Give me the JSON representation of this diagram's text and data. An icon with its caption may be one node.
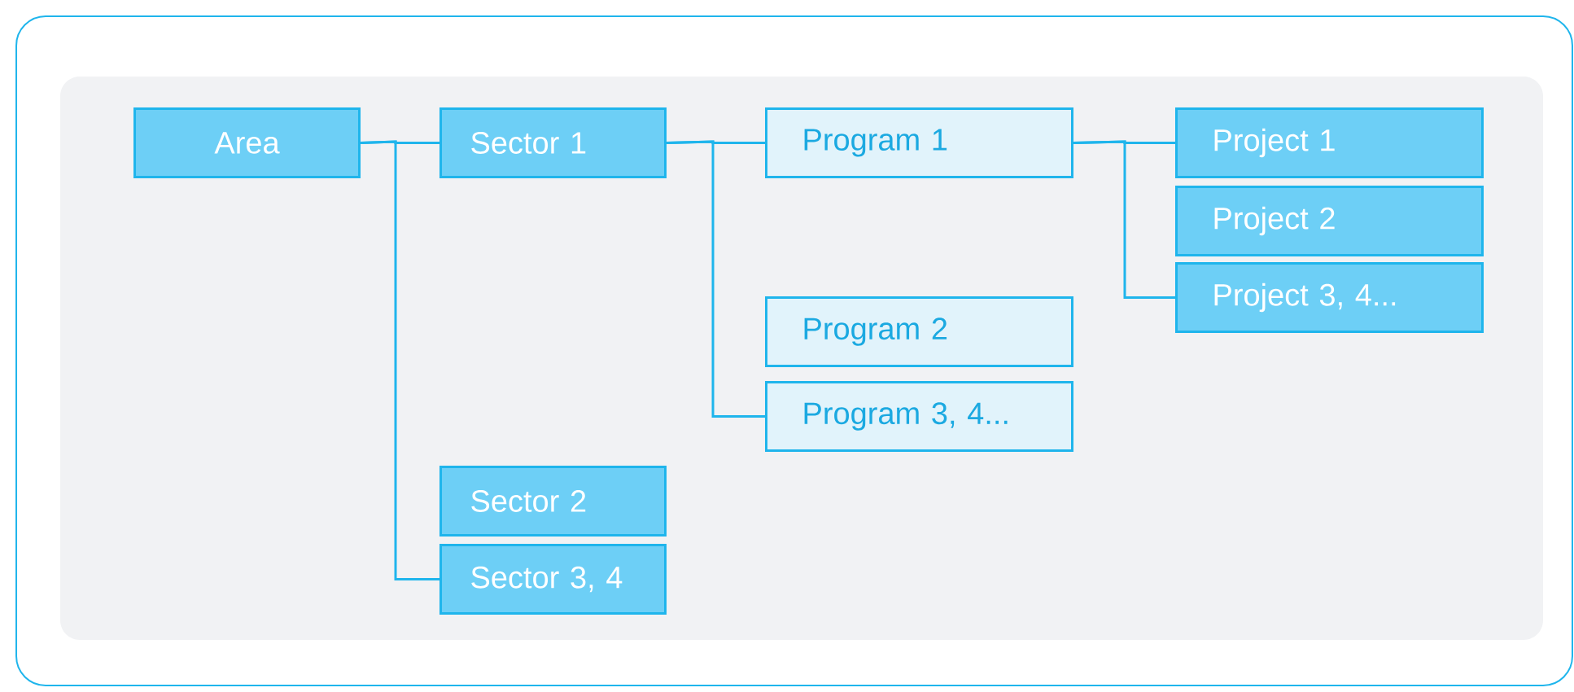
{
  "diagram": {
    "nodes": [
      {
        "text": [
          "Area"
        ]
      },
      {
        "text": [
          "Sector 1"
        ]
      },
      {
        "text": [
          "Program 1"
        ]
      },
      {
        "text": [
          "Project 1"
        ]
      },
      {
        "text": [
          "Project 2"
        ]
      },
      {
        "text": [
          "Project 3, 4..."
        ]
      },
      {
        "text": [
          "Program 2"
        ]
      },
      {
        "text": [
          "Program 3, 4..."
        ]
      },
      {
        "text": [
          "Sector 2"
        ]
      },
      {
        "text": [
          "Sector 3, 4"
        ]
      }
    ],
    "edges": [
      {
        "from": 0,
        "to": 1,
        "arrow": "none"
      },
      {
        "from": 0,
        "to": 9,
        "arrow": "none"
      },
      {
        "from": 1,
        "to": 2,
        "arrow": "none"
      },
      {
        "from": 1,
        "to": 7,
        "arrow": "none"
      },
      {
        "from": 2,
        "to": 3,
        "arrow": "none"
      },
      {
        "from": 2,
        "to": 5,
        "arrow": "none"
      }
    ]
  }
}
